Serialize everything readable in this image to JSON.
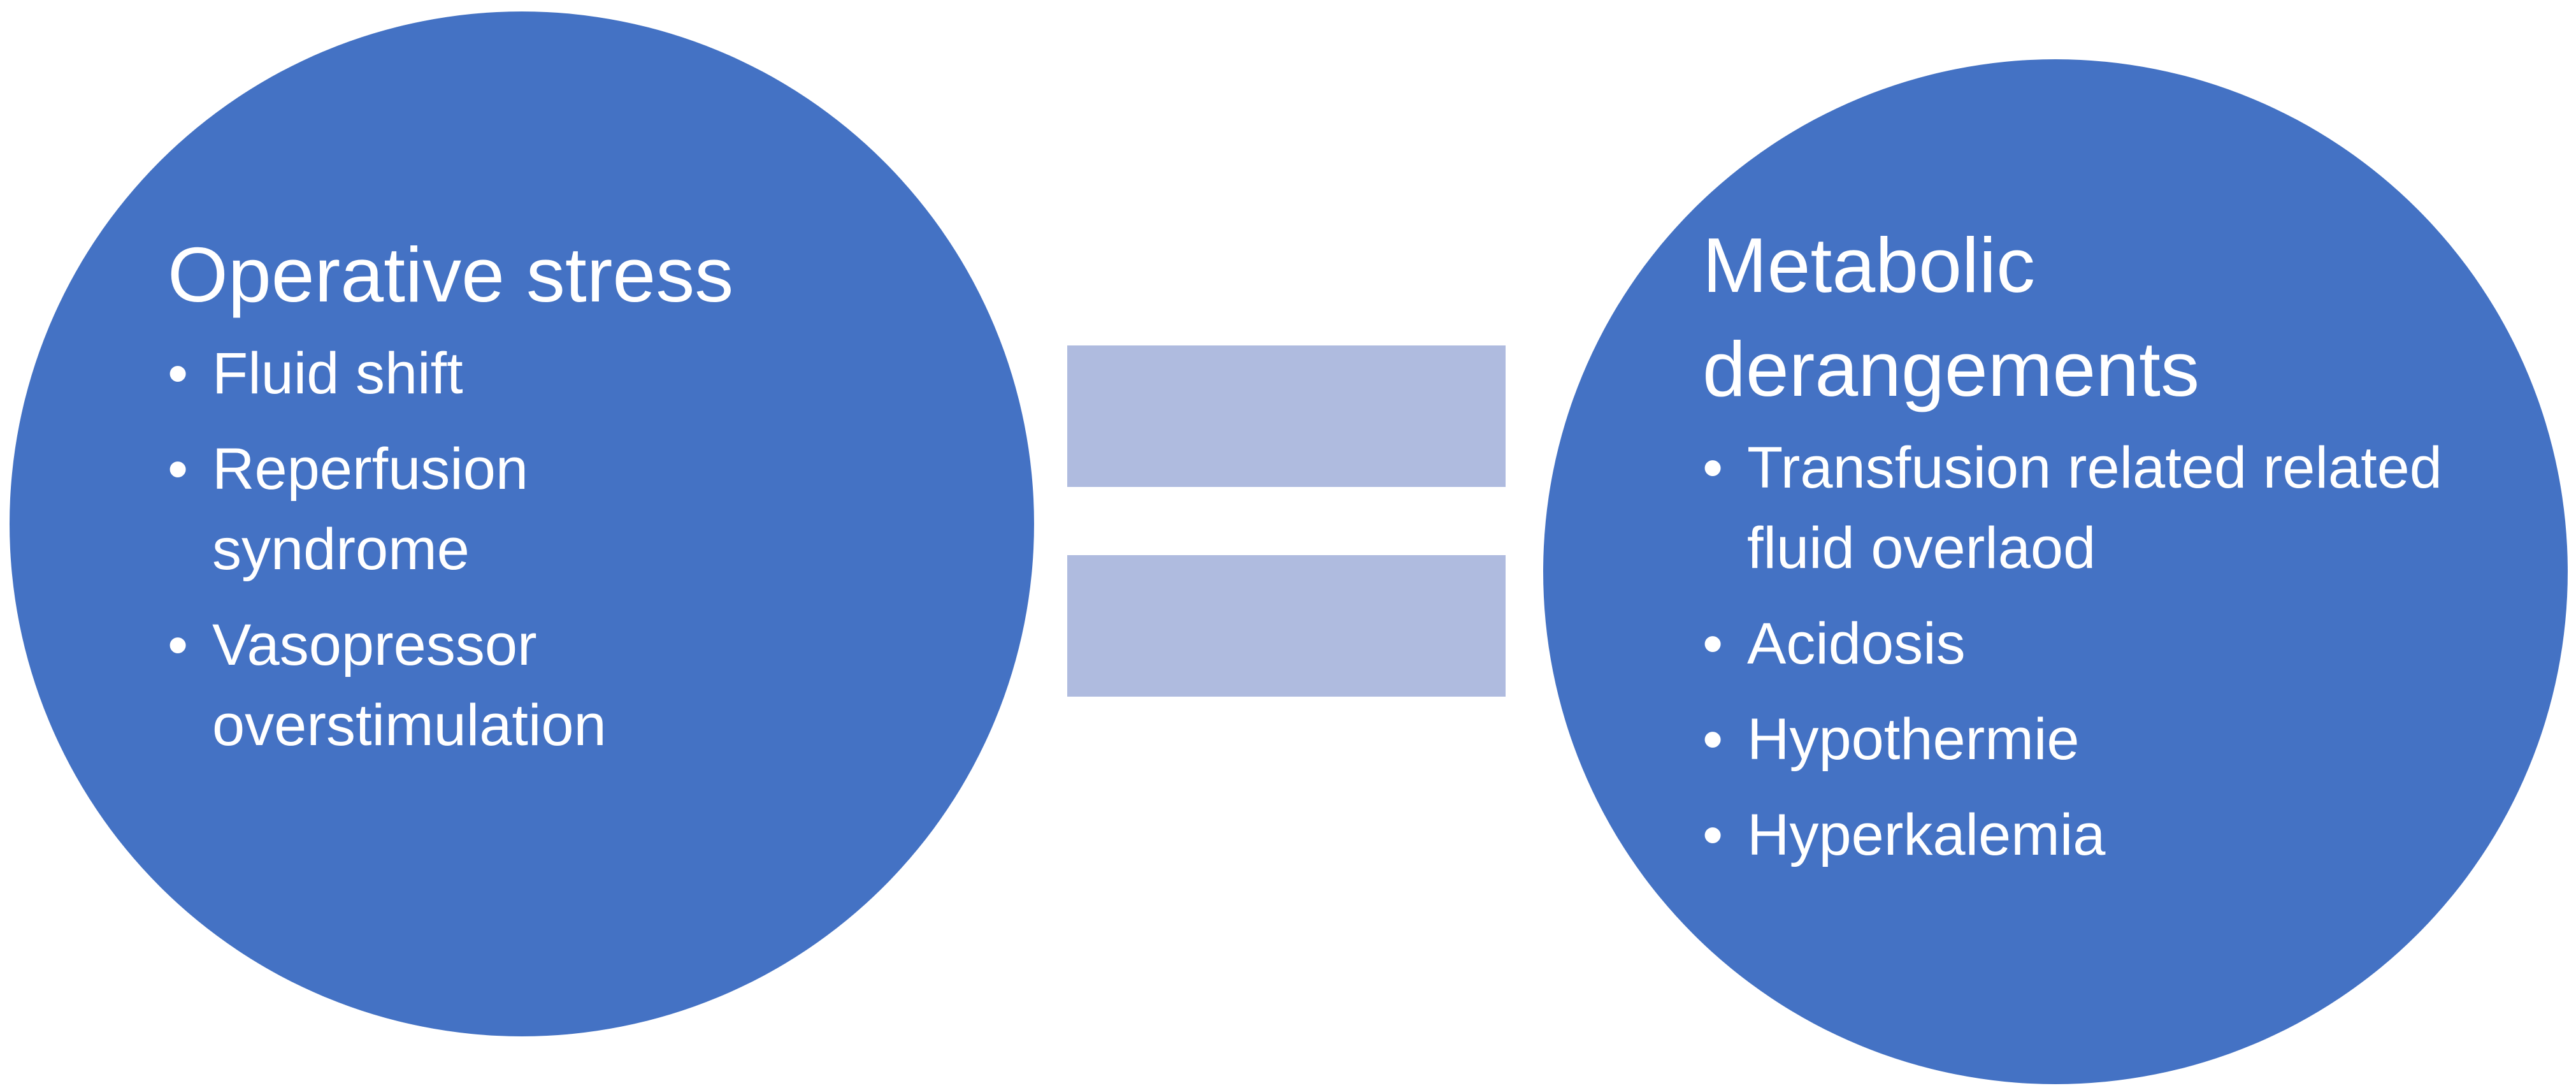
{
  "left": {
    "title": "Operative stress",
    "items": [
      "Fluid shift",
      "Reperfusion syndrome",
      "Vasopressor overstimulation"
    ]
  },
  "right": {
    "title": "Metabolic derangements",
    "items": [
      "Transfusion related related fluid overlaod",
      "Acidosis",
      "Hypothermie",
      "Hyperkalemia"
    ]
  },
  "colors": {
    "circle": "#4472C4",
    "equals": "#AFBBDF",
    "text": "#FFFFFF"
  }
}
